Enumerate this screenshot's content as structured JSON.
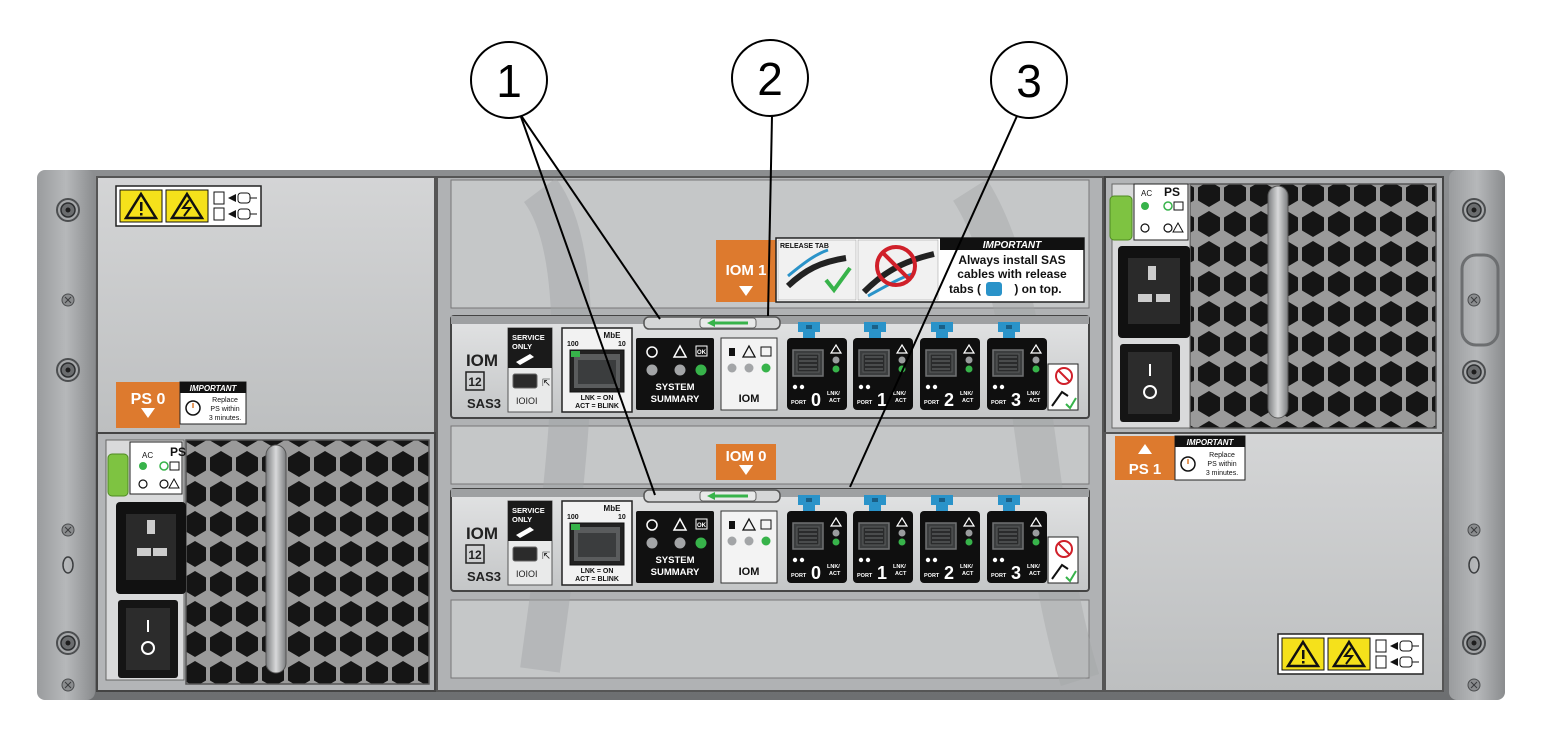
{
  "callouts": [
    "1",
    "2",
    "3"
  ],
  "iom_top": {
    "tag": "IOM 1",
    "service": [
      "SERVICE",
      "ONLY"
    ],
    "model": "IOM",
    "type": "SAS3",
    "mgmt_header": "MbE",
    "speed_left": "100",
    "speed_right": "10",
    "link_legend": [
      "LNK = ON",
      "ACT = BLINK"
    ],
    "summary": [
      "SYSTEM",
      "SUMMARY"
    ],
    "iom_label": "IOM",
    "ports": [
      "0",
      "1",
      "2",
      "3"
    ]
  },
  "iom_bottom": {
    "tag": "IOM 0",
    "service": [
      "SERVICE",
      "ONLY"
    ],
    "model": "IOM",
    "type": "SAS3",
    "mgmt_header": "MbE",
    "speed_left": "100",
    "speed_right": "10",
    "link_legend": [
      "LNK = ON",
      "ACT = BLINK"
    ],
    "summary": [
      "SYSTEM",
      "SUMMARY"
    ],
    "iom_label": "IOM",
    "ports": [
      "0",
      "1",
      "2",
      "3"
    ]
  },
  "port_word": "PORT",
  "lnk_act": [
    "LNK/",
    "ACT"
  ],
  "ok_label": "OK",
  "release_label": {
    "tab": "RELEASE TAB",
    "heading": "IMPORTANT",
    "lines": [
      "Always install SAS",
      "cables with release",
      "tabs (",
      ") on top."
    ]
  },
  "ps0": {
    "tag": "PS 0",
    "heading": "IMPORTANT",
    "lines": [
      "Replace",
      "PS within",
      "3 minutes."
    ],
    "ps": "PS",
    "ac": "AC"
  },
  "ps1": {
    "tag": "PS 1",
    "heading": "IMPORTANT",
    "lines": [
      "Replace",
      "PS within",
      "3 minutes."
    ],
    "ps": "PS",
    "ac": "AC"
  },
  "colors": {
    "orange": "#dd7a2e",
    "blue_tab": "#2a93c9",
    "green_led": "#37b34a",
    "warning_yellow": "#f5e11b",
    "chassis": "#7d7f80",
    "panel": "#c9cacb"
  }
}
